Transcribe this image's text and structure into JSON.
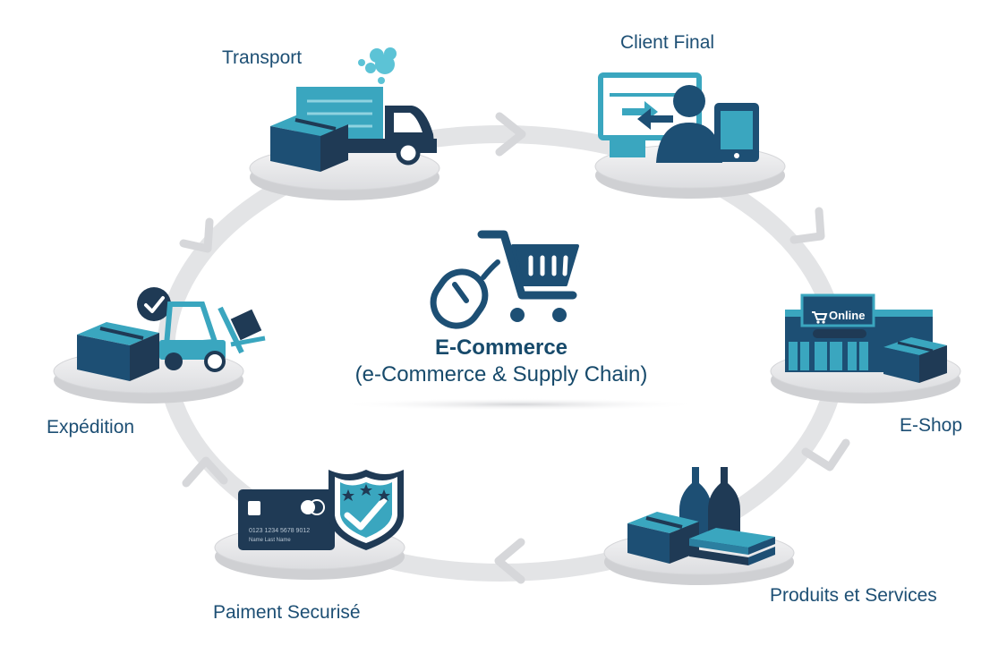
{
  "center": {
    "title": "E-Commerce",
    "subtitle": "(e-Commerce & Supply Chain)",
    "icon": "cart-with-mouse-icon"
  },
  "nodes": [
    {
      "label": "Transport",
      "icon": "delivery-truck-icon"
    },
    {
      "label": "Client Final",
      "icon": "customer-screen-icon"
    },
    {
      "label": "E-Shop",
      "icon": "online-store-icon",
      "badge": "Online"
    },
    {
      "label": "Produits et Services",
      "icon": "products-icon"
    },
    {
      "label": "Paiment Securisé",
      "icon": "secure-payment-icon",
      "card_number": "0123 1234 5678 9012",
      "card_name": "Name Last Name"
    },
    {
      "label": "Expédition",
      "icon": "forklift-shipping-icon"
    }
  ],
  "colors": {
    "dark_blue": "#1d4f74",
    "navy": "#1f3a55",
    "teal": "#3aa6bf",
    "light_teal": "#5cc3d6",
    "ring_gray": "#e3e4e6",
    "platform": "#e6e7e8"
  }
}
